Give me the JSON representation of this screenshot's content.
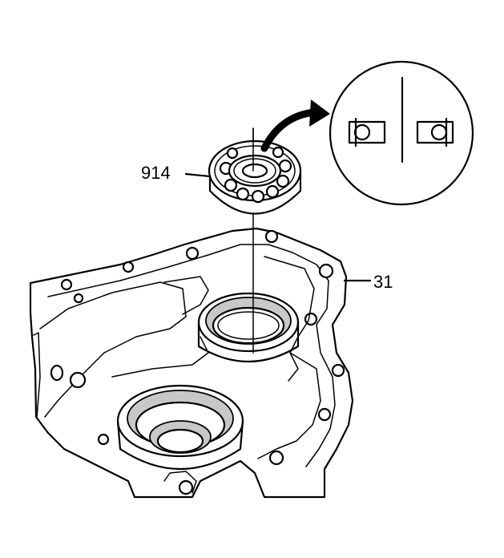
{
  "diagram": {
    "callouts": [
      {
        "id": "914",
        "text": "914"
      },
      {
        "id": "31",
        "text": "31"
      }
    ],
    "colors": {
      "line": "#000000",
      "background": "#ffffff",
      "shade": "#c8c8c8"
    }
  }
}
